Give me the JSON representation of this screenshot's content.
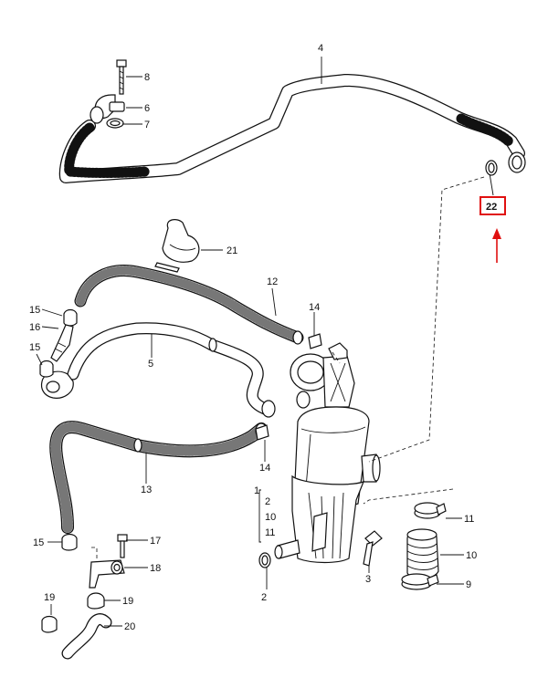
{
  "diagram": {
    "callouts": {
      "c1": "1",
      "c2a": "2",
      "c2b": "2",
      "c3": "3",
      "c4": "4",
      "c5": "5",
      "c6": "6",
      "c7": "7",
      "c8": "8",
      "c9": "9",
      "c10a": "10",
      "c10b": "10",
      "c11a": "11",
      "c11b": "11",
      "c12": "12",
      "c13": "13",
      "c14a": "14",
      "c14b": "14",
      "c15a": "15",
      "c15b": "15",
      "c15c": "15",
      "c16": "16",
      "c17": "17",
      "c18": "18",
      "c19a": "19",
      "c19b": "19",
      "c20": "20",
      "c21": "21",
      "c22": "22"
    },
    "highlight": {
      "label": "22",
      "color": "#e01010"
    }
  }
}
